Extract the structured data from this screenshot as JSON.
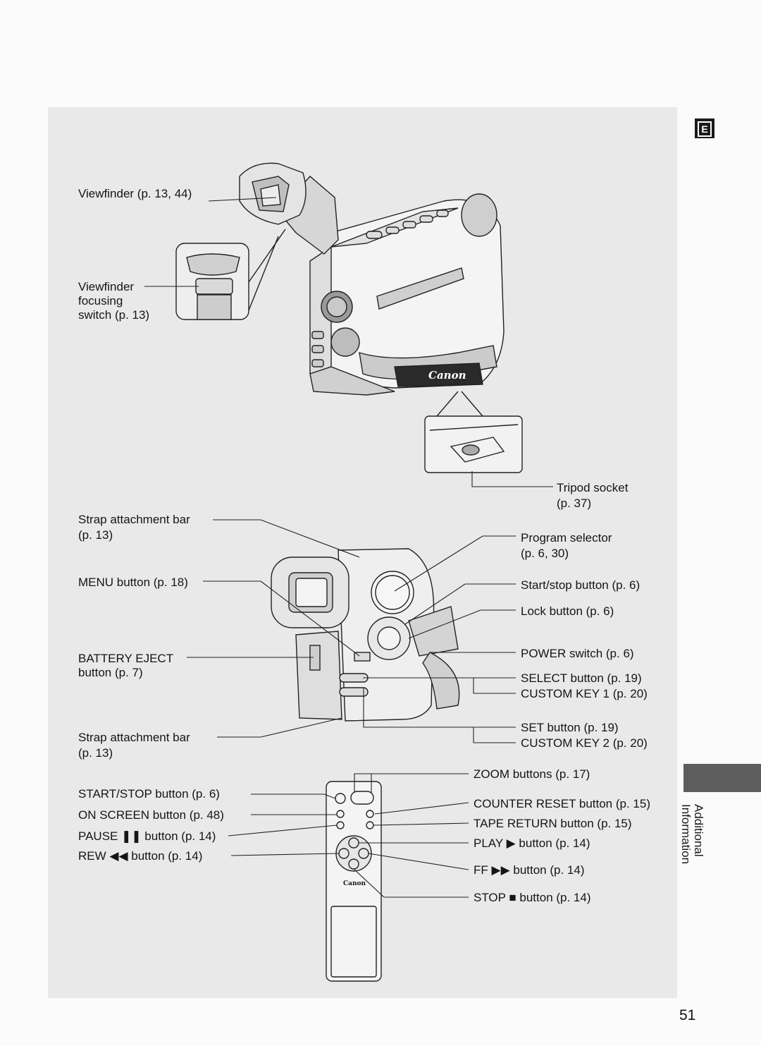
{
  "language_marker": "E",
  "side_tab": [
    "Additional",
    "Information"
  ],
  "page_number": "51",
  "brand": "Canon",
  "labels": {
    "viewfinder": "Viewfinder (p. 13, 44)",
    "vf_focus_1": "Viewfinder",
    "vf_focus_2": "focusing",
    "vf_focus_3": "switch (p. 13)",
    "tripod_1": "Tripod socket",
    "tripod_2": "(p. 37)",
    "strap_top_1": "Strap attachment bar",
    "strap_top_2": "(p. 13)",
    "program_1": "Program selector",
    "program_2": "(p. 6, 30)",
    "menu": "MENU button (p. 18)",
    "startstop": "Start/stop button (p. 6)",
    "lock": "Lock button (p. 6)",
    "battery_1": "BATTERY EJECT",
    "battery_2": "button (p. 7)",
    "power": "POWER switch (p. 6)",
    "select": "SELECT button (p. 19)",
    "custom1": "CUSTOM KEY 1 (p. 20)",
    "strap_bot_1": "Strap attachment bar",
    "strap_bot_2": "(p. 13)",
    "set": "SET button (p. 19)",
    "custom2": "CUSTOM KEY 2 (p. 20)",
    "zoom": "ZOOM buttons (p. 17)",
    "rc_startstop": "START/STOP button (p. 6)",
    "counter": "COUNTER RESET button (p. 15)",
    "onscreen": "ON SCREEN button (p. 48)",
    "tape_return": "TAPE RETURN button (p. 15)",
    "pause": "PAUSE ❚❚ button (p. 14)",
    "play": "PLAY ▶ button (p. 14)",
    "rew": "REW ◀◀ button (p. 14)",
    "ff": "FF ▶▶ button (p. 14)",
    "stop": "STOP ■ button (p. 14)"
  }
}
